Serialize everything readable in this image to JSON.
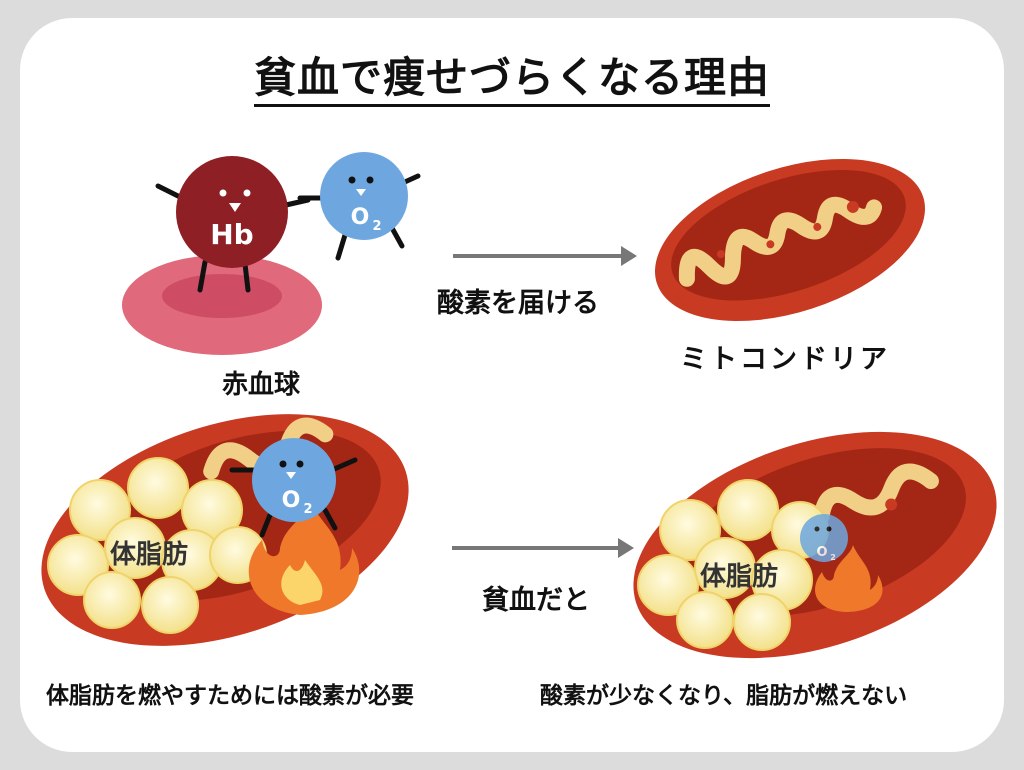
{
  "title": "貧血で痩せづらくなる理由",
  "labels": {
    "red_blood_cell": "赤血球",
    "deliver_oxygen": "酸素を届ける",
    "mitochondria": "ミトコンドリア",
    "anemia": "貧血だと",
    "body_fat_left": "体脂肪",
    "body_fat_right": "体脂肪",
    "caption_left": "体脂肪を燃やすためには酸素が必要",
    "caption_right": "酸素が少なくなり、脂肪が燃えない"
  },
  "characters": {
    "hemoglobin": "Hb",
    "oxygen": "O",
    "oxygen_sub": "2"
  },
  "colors": {
    "hemoglobin": "#8e1f25",
    "oxygen": "#6ea7df",
    "red_cell": "#e06a7c",
    "mitochondria": "#c93a22",
    "fat": "#f6e9a0",
    "flame": "#f0782a",
    "arrow": "#777777"
  },
  "icons": [
    "red-blood-cell",
    "hemoglobin-character",
    "oxygen-character",
    "mitochondria",
    "fat-cells",
    "flame",
    "arrow-right"
  ]
}
